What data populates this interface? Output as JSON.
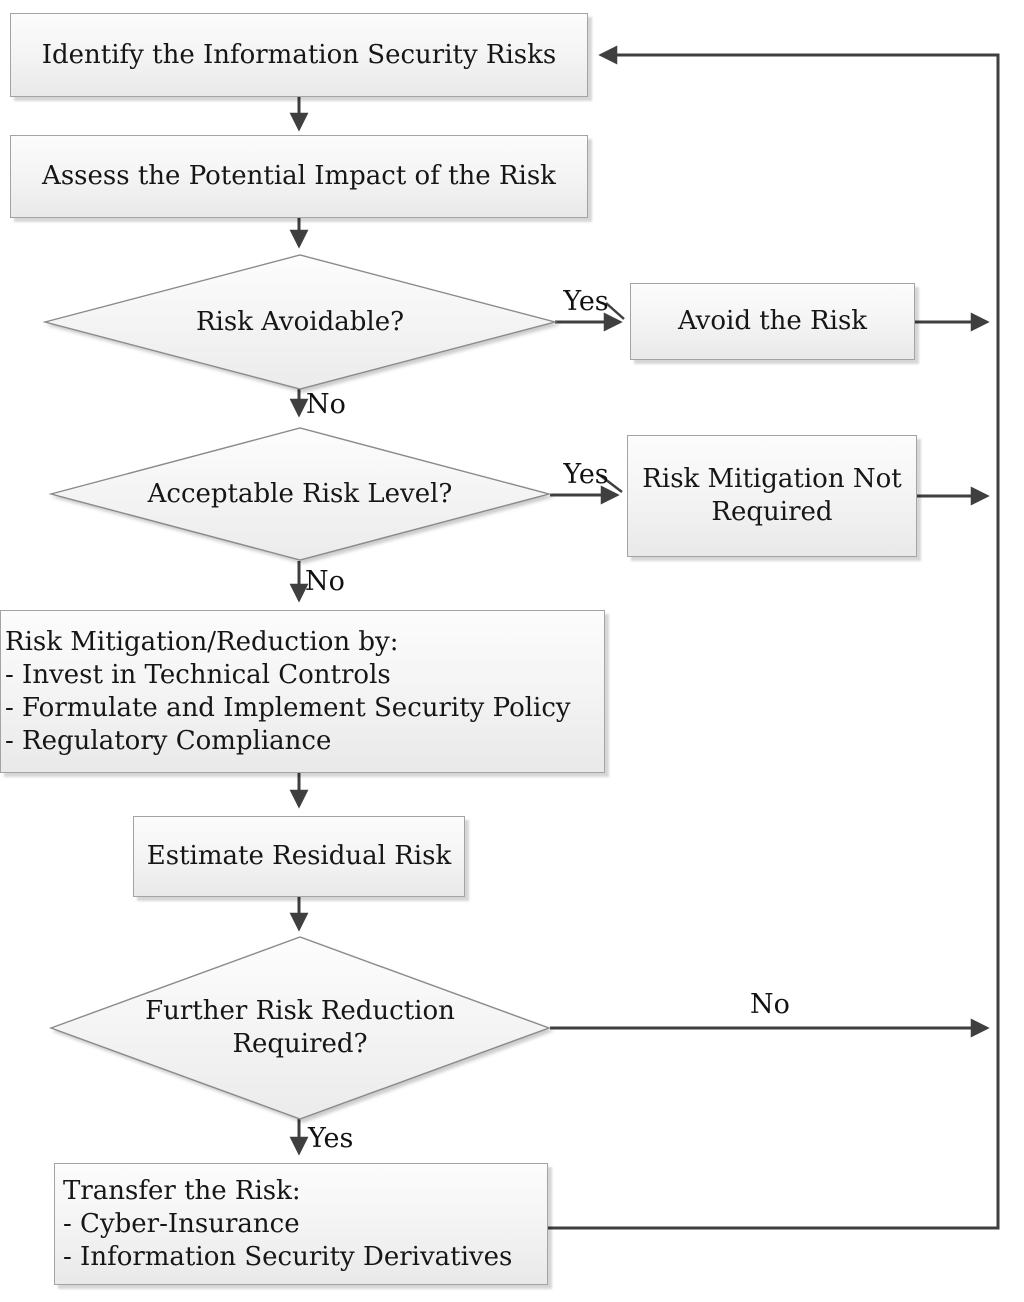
{
  "diagram": {
    "nodes": {
      "identify": {
        "label": "Identify the Information Security Risks"
      },
      "assess": {
        "label": "Assess the Potential Impact of the Risk"
      },
      "risk_avoidable": {
        "label": "Risk Avoidable?"
      },
      "avoid_risk": {
        "label": "Avoid the Risk"
      },
      "acceptable_risk": {
        "label": "Acceptable Risk Level?"
      },
      "mitigation_not_required": {
        "label": "Risk Mitigation Not Required"
      },
      "mitigation": {
        "lines": [
          "Risk Mitigation/Reduction by:",
          "- Invest in Technical Controls",
          "- Formulate and Implement Security Policy",
          "- Regulatory Compliance"
        ]
      },
      "estimate_residual": {
        "label": "Estimate Residual Risk"
      },
      "further_reduction": {
        "label": "Further Risk Reduction Required?"
      },
      "transfer": {
        "lines": [
          "Transfer the Risk:",
          "- Cyber-Insurance",
          "- Information Security Derivatives"
        ]
      }
    },
    "edge_labels": {
      "yes_avoidable": "Yes",
      "no_avoidable": "No",
      "yes_acceptable": "Yes",
      "no_acceptable": "No",
      "no_further": "No",
      "yes_further": "Yes"
    },
    "colors": {
      "arrow": "#3f3f3f",
      "node_border": "#a3a3a3",
      "node_fill_top": "#fcfcfc",
      "node_fill_bottom": "#e9e9e9",
      "text": "#161616"
    }
  }
}
